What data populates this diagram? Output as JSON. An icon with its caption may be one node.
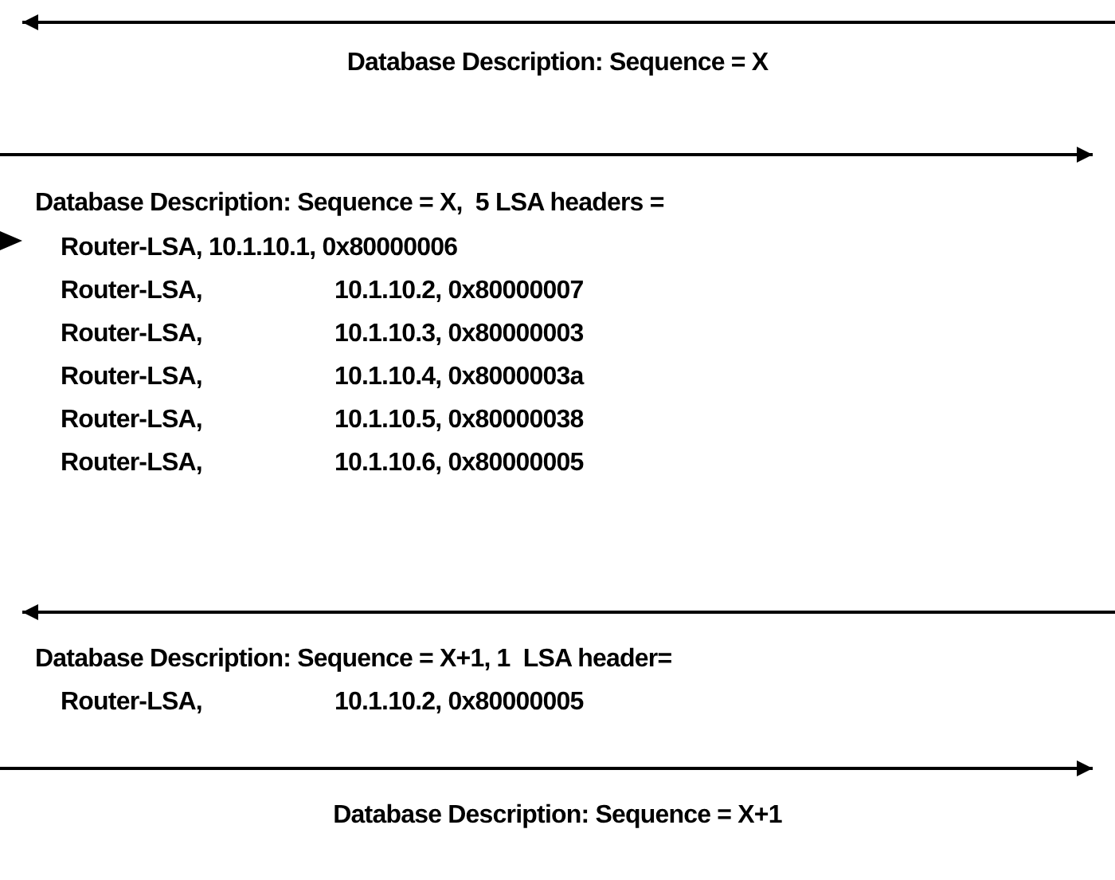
{
  "diagram": {
    "labels": [
      "Database Description: Sequence = X",
      "Database Description: Sequence = X,  5 LSA headers =",
      "Router-LSA, 10.1.10.1, 0x80000006",
      "Router-LSA,",
      "10.1.10.2, 0x80000007",
      "Router-LSA,",
      "10.1.10.3, 0x80000003",
      "Router-LSA,",
      "10.1.10.4, 0x8000003a",
      "Router-LSA,",
      "10.1.10.5, 0x80000038",
      "Router-LSA,",
      "10.1.10.6, 0x80000005",
      "Database Description: Sequence = X+1, 1  LSA header=",
      "Router-LSA,",
      "10.1.10.2, 0x80000005",
      "Database Description: Sequence = X+1"
    ]
  }
}
